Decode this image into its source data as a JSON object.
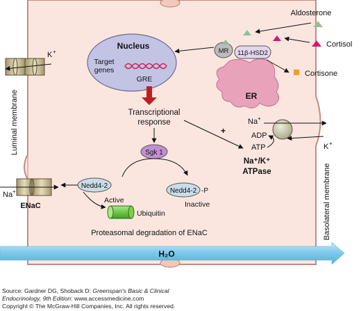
{
  "labels": {
    "aldosterone": "Aldosterone",
    "cortisol": "Cortisol",
    "cortisone": "Cortisone",
    "nucleus": "Nucleus",
    "target_genes_1": "Target",
    "target_genes_2": "genes",
    "gre": "GRE",
    "mr": "MR",
    "hsd2": "11β-HSD2",
    "er": "ER",
    "k_plus_top": "K",
    "luminal_membrane": "Luminal membrane",
    "basolateral_membrane": "Basolateral membrane",
    "transcriptional_1": "Transcriptional",
    "transcriptional_2": "response",
    "plus_sign": "+",
    "na_plus_pump": "Na",
    "adp": "ADP",
    "atp": "ATP",
    "k_plus_pump": "K",
    "atpase_1": "Na⁺/K⁺",
    "atpase_2": "ATPase",
    "sgk1": "Sgk 1",
    "na_plus_enac": "Na",
    "enac": "ENaC",
    "nedd_active": "Nedd4-2",
    "active": "Active",
    "nedd_inactive": "Nedd4-2",
    "phospho": "-P",
    "inactive": "Inactive",
    "ubiquitin": "Ubiquitin",
    "proteasomal": "Proteasomal degradation of ENaC",
    "h2o": "H₂O",
    "plus_superscript": "+"
  },
  "footer": {
    "source_prefix": "Source: Gardner DG, Shoback D: ",
    "source_title_1": "Greenspan's Basic & Clinical",
    "source_title_2": "Endocrinology, 9th Edition",
    "source_suffix": ": www.accessmedicine.com",
    "copyright": "Copyright © The McGraw-Hill Companies, Inc. All rights reserved."
  },
  "colors": {
    "cell_fill": "#fbe6df",
    "cell_border": "#c48a80",
    "nucleus_fill": "#c3c3e4",
    "nucleus_border": "#6a6a9a",
    "er_fill": "#e8a3bb",
    "mr_fill": "#bcbcbc",
    "hsd2_fill": "#e2d7ed",
    "aldosterone_marker": "#8fc09b",
    "cortisol_marker": "#d6186f",
    "cortisone_marker": "#f0a020",
    "dna": "#c8285a",
    "red_arrow": "#c01e1e",
    "sgk1_fill": "#c48fd0",
    "nedd_fill": "#c8dde8",
    "ubiquitin_fill": "#7ad14b",
    "channel_fill": "#c8bc96",
    "pump_fill": "#c9c7a6",
    "water_arrow": "#7cc8ea"
  }
}
